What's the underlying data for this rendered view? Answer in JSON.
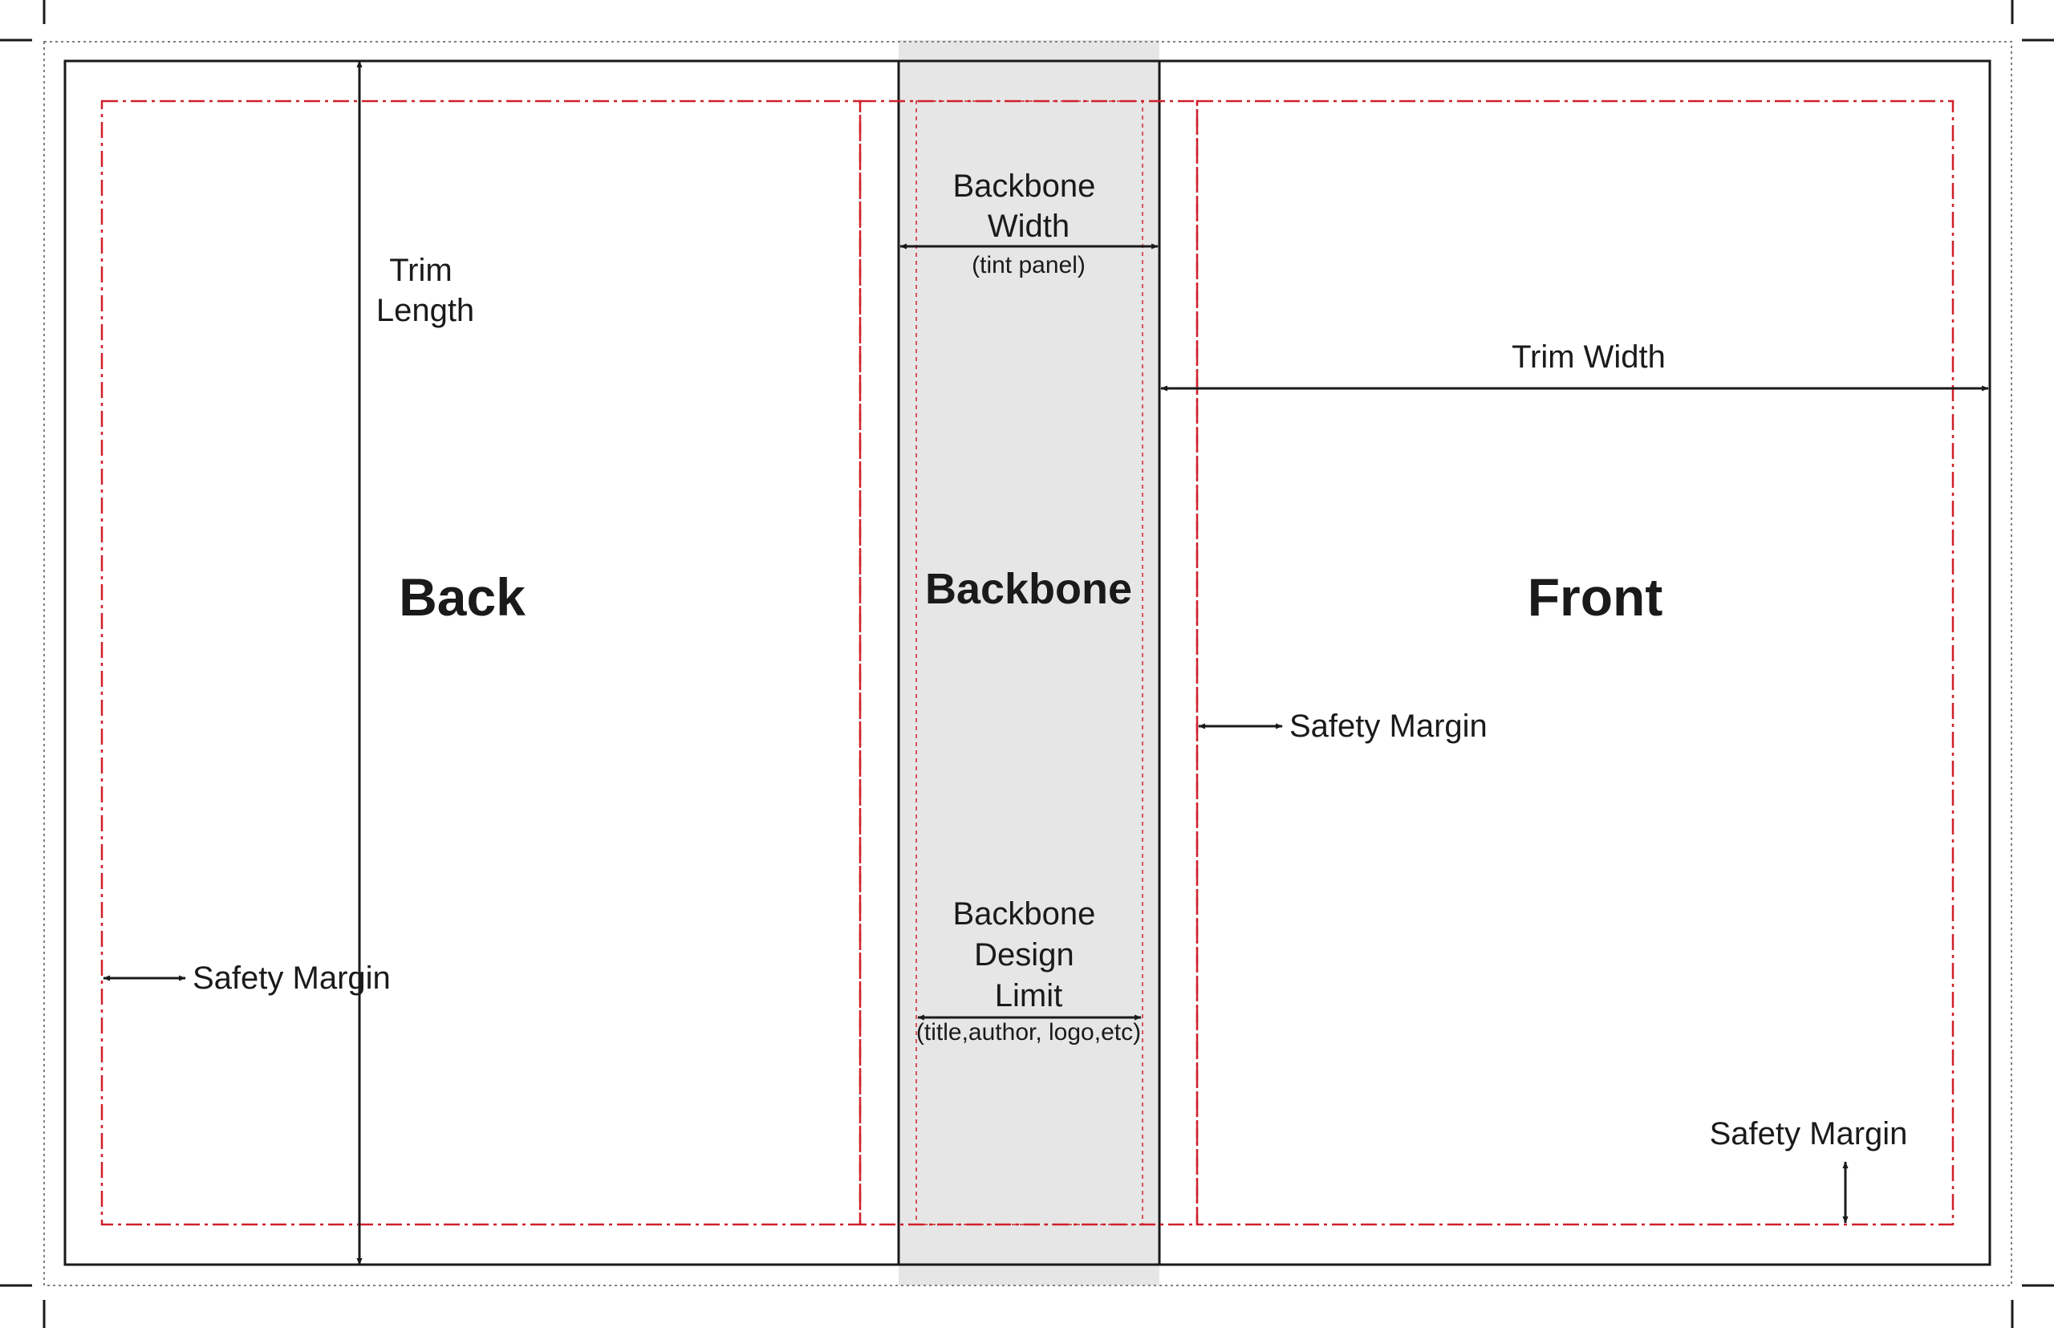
{
  "panels": {
    "back": "Back",
    "backbone": "Backbone",
    "front": "Front"
  },
  "dimensions": {
    "trim_length": [
      "Trim",
      "Length"
    ],
    "trim_width": "Trim Width",
    "backbone_width": [
      "Backbone",
      "Width"
    ],
    "backbone_width_note": "(tint panel)",
    "backbone_design_limit": [
      "Backbone",
      "Design",
      "Limit"
    ],
    "backbone_design_limit_note": "(title,author, logo,etc)"
  },
  "safety_margins": {
    "left": "Safety Margin",
    "middle": "Safety Margin",
    "bottom_right": "Safety Margin"
  },
  "colors": {
    "trim_line": "#1a1a1a",
    "safety_line": "#d0202a",
    "bleed_line": "#808080",
    "spine_tint": "#e6e6e6",
    "text": "#1a1a1a"
  }
}
